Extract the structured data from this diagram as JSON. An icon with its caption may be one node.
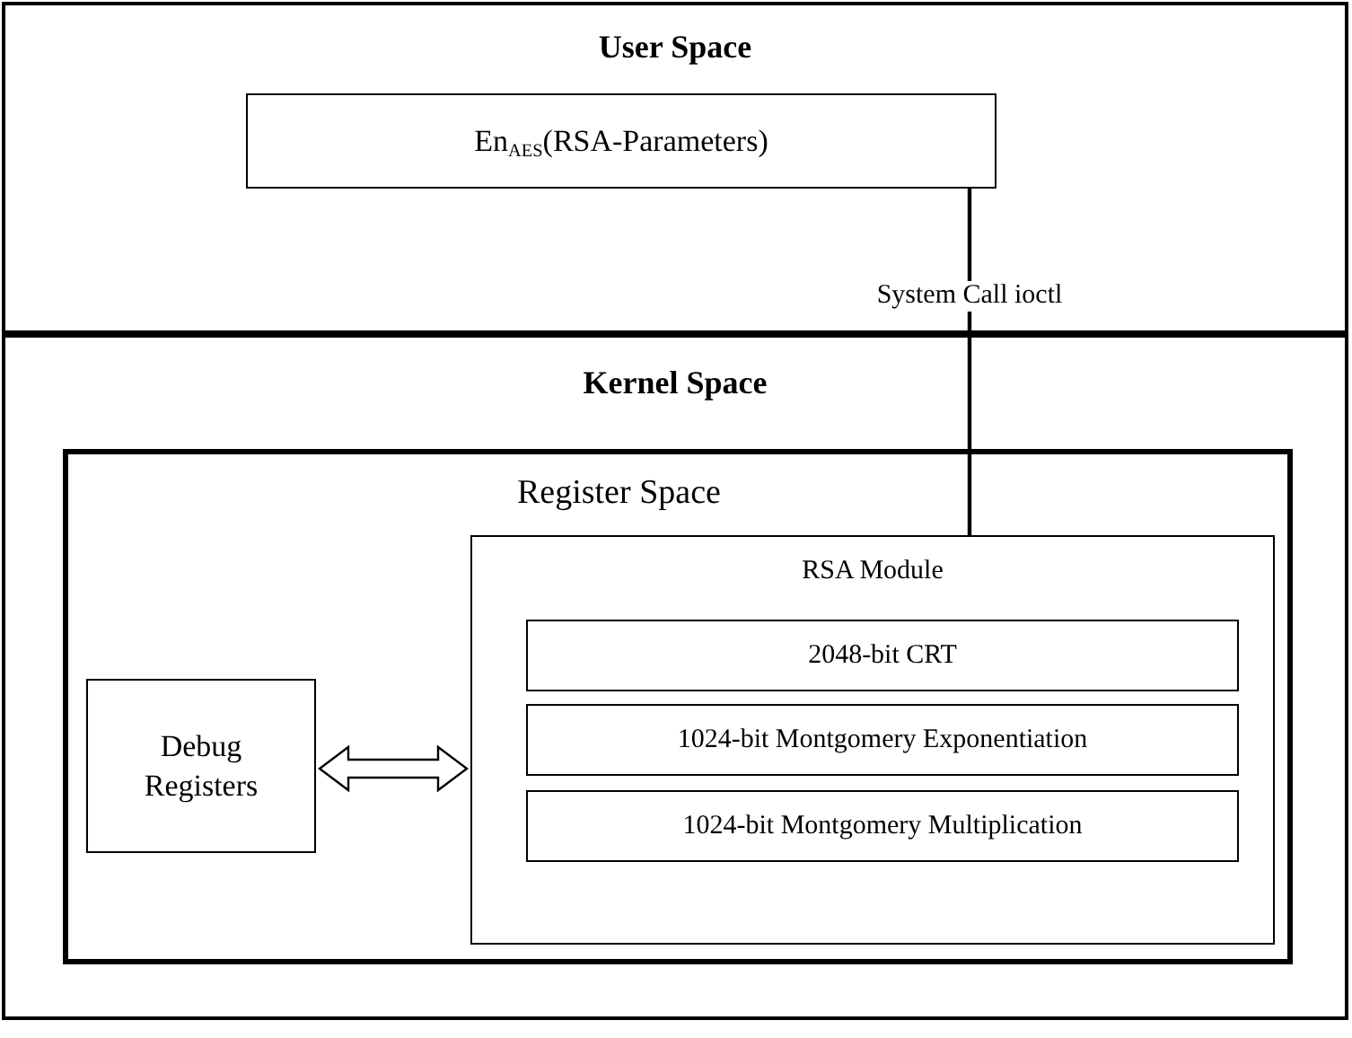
{
  "diagram": {
    "nodes": [
      {
        "text": [
          "User Space"
        ]
      },
      {
        "text": [
          "En$_{AES}$(RSA-Parameters)"
        ],
        "in": 0
      },
      {
        "text": [
          "Kernel Space"
        ]
      },
      {
        "text": [
          "Register Space"
        ],
        "in": 2
      },
      {
        "text": [
          "Debug Registers"
        ],
        "in": 3
      },
      {
        "text": [
          "RSA Module"
        ],
        "in": 3
      },
      {
        "text": [
          "2048-bit CRT"
        ],
        "in": 5
      },
      {
        "text": [
          "1024-bit Montgomery Exponentiation"
        ],
        "in": 5
      },
      {
        "text": [
          "1024-bit Montgomery Multiplication"
        ],
        "in": 5
      }
    ],
    "edges": [
      {
        "from": 1,
        "to": 5,
        "arrow": "none",
        "label": "System Call ioctl"
      },
      {
        "from": 4,
        "to": 5,
        "arrow": "both"
      }
    ]
  }
}
